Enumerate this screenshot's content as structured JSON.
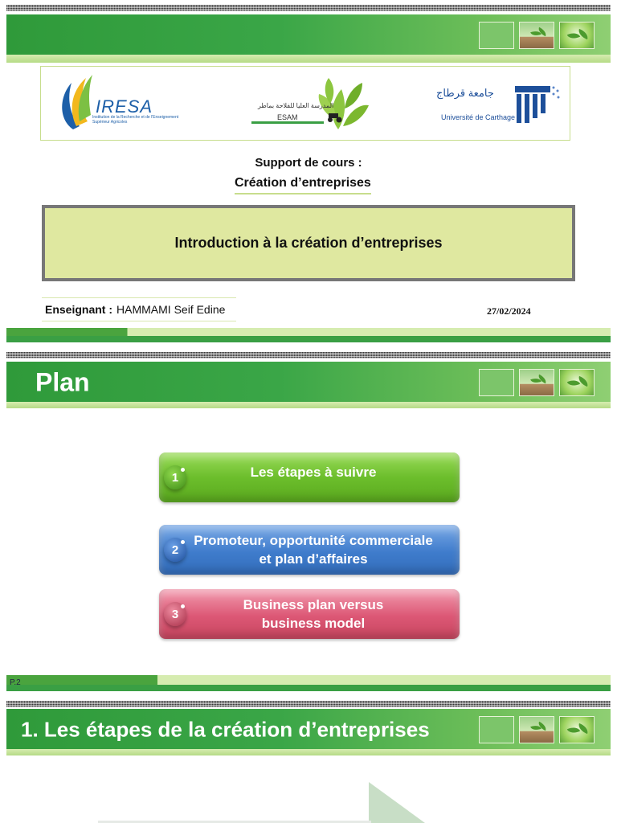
{
  "slide1": {
    "logos": {
      "iresa_name": "IRESA",
      "iresa_sub": "Institution de la Recherche et de l'Enseignement Supérieur Agricoles",
      "esam_arabic": "المدرسة العليا للفلاحة بماطر",
      "esam_name": "ESAM",
      "uc_arabic": "جامعة قرطاج",
      "uc_name": "Université de Carthage"
    },
    "support_label": "Support de cours :",
    "course_title": "Création d’entreprises",
    "intro_title": "Introduction à la création d’entreprises",
    "teacher_label": "Enseignant :",
    "teacher_name": "HAMMAMI Seif Edine",
    "date": "27/02/2024"
  },
  "slide2": {
    "title": "Plan",
    "items": [
      {
        "number": "1",
        "label": "Les étapes à suivre",
        "color": "#6cbe2c"
      },
      {
        "number": "2",
        "label": "Promoteur, opportunité commerciale et plan d’affaires",
        "color": "#3f7ccc"
      },
      {
        "number": "3",
        "label": "Business plan versus business model",
        "color": "#dc5775"
      }
    ],
    "page_number": "P.2"
  },
  "slide3": {
    "title": "1. Les étapes de la création d’entreprises"
  },
  "colors": {
    "banner_green": "#3aa647",
    "accent_light_green": "#d6ecb0",
    "intro_box_fill": "#dfe8a0"
  }
}
